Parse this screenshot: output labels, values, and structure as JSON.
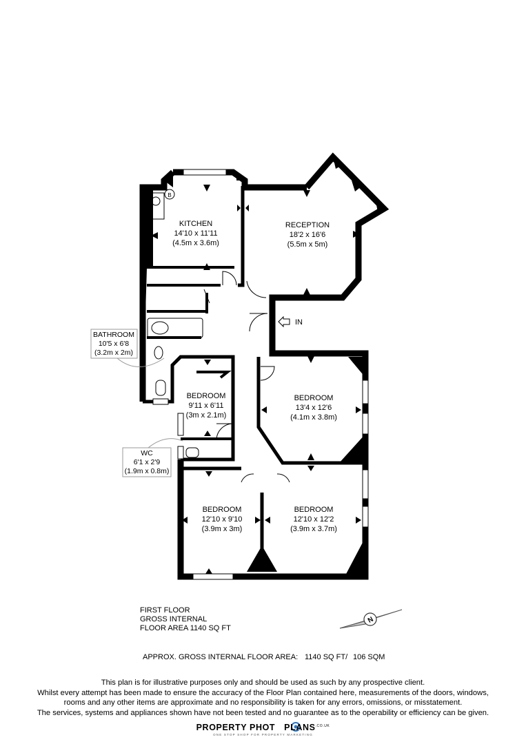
{
  "rooms": {
    "kitchen": {
      "name": "KITCHEN",
      "dim_imperial": "14'10 x 11'11",
      "dim_metric": "(4.5m x 3.6m)"
    },
    "reception": {
      "name": "RECEPTION",
      "dim_imperial": "18'2 x 16'6",
      "dim_metric": "(5.5m x 5m)"
    },
    "bathroom": {
      "name": "BATHROOM",
      "dim_imperial": "10'5 x 6'8",
      "dim_metric": "(3.2m x 2m)"
    },
    "bedroom_small": {
      "name": "BEDROOM",
      "dim_imperial": "9'11 x 6'11",
      "dim_metric": "(3m x 2.1m)"
    },
    "bedroom_east": {
      "name": "BEDROOM",
      "dim_imperial": "13'4 x 12'6",
      "dim_metric": "(4.1m x 3.8m)"
    },
    "wc": {
      "name": "WC",
      "dim_imperial": "6'1 x 2'9",
      "dim_metric": "(1.9m x 0.8m)"
    },
    "bedroom_sw": {
      "name": "BEDROOM",
      "dim_imperial": "12'10 x 9'10",
      "dim_metric": "(3.9m x 3m)"
    },
    "bedroom_se": {
      "name": "BEDROOM",
      "dim_imperial": "12'10 x 12'2",
      "dim_metric": "(3.9m x 3.7m)"
    }
  },
  "labels": {
    "boiler": "B",
    "entrance": "IN",
    "compass": "N"
  },
  "floor_info": {
    "line1": "FIRST FLOOR",
    "line2": "GROSS INTERNAL",
    "line3": "FLOOR AREA 1140 SQ FT"
  },
  "approx_area": {
    "label": "APPROX. GROSS INTERNAL FLOOR AREA:",
    "sqft": "1140 SQ FT/",
    "sqm": "106 SQM"
  },
  "disclaimer": [
    "This plan is for illustrative purposes only and should be used as such by any prospective client.",
    "Whilst every attempt has been made to ensure the accuracy of the Floor Plan contained here, measurements of the doors, windows,",
    "rooms and any other items are approximate and no responsibility is taken for any errors, omissions, or misstatement.",
    "The services, systems and appliances shown have not been tested and no guarantee as to the operability or efficiency can be given."
  ],
  "brand": {
    "name_left": "PROPERTY PHOT",
    "name_right": "PLANS",
    "tld": ".CO.UK",
    "tagline": "ONE STOP SHOP FOR PROPERTY MARKETING"
  }
}
